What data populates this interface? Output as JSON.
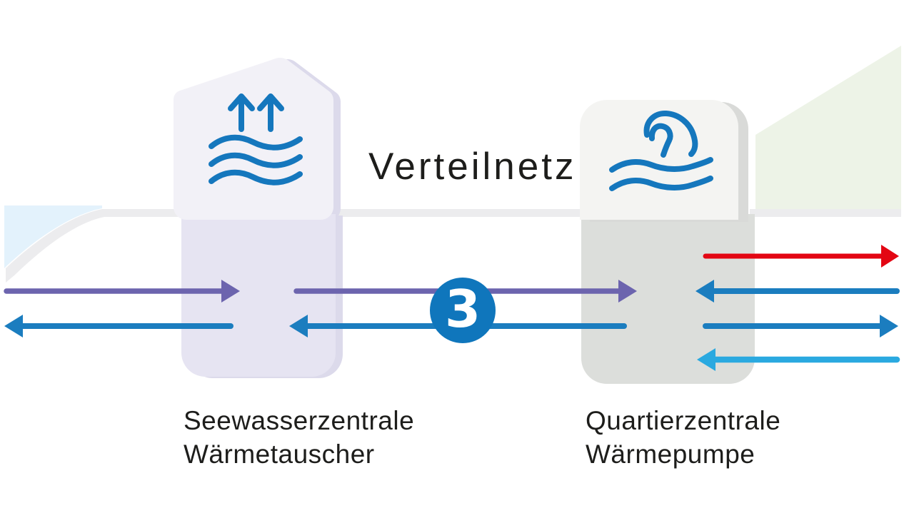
{
  "colors": {
    "lake_shape": "#e3f2fc",
    "district_shape": "#edf3e7",
    "ground_band": "#ececee",
    "left_building_top": "#f2f1f7",
    "left_building_body": "#e6e4f2",
    "left_building_shadow": "#dcdaeb",
    "right_building_top": "#f4f4f2",
    "right_building_body": "#dcdedb",
    "right_building_shadow": "#d9dad8",
    "icon_blue": "#1577bd",
    "arrow_purple": "#6c64ae",
    "arrow_blue": "#1b7dbf",
    "arrow_light_blue": "#2aa9e0",
    "arrow_red": "#e30613",
    "badge_blue": "#0f76bc",
    "badge_text": "#ffffff",
    "text_dark": "#1d1d1b"
  },
  "diagram": {
    "title": "Verteilnetz",
    "badge_value": "3",
    "stations": [
      {
        "id": "seewasserzentrale",
        "label_line1": "Seewasserzentrale",
        "label_line2": "Wärmetauscher",
        "icon": "evaporation-waves-icon"
      },
      {
        "id": "quartierzentrale",
        "label_line1": "Quartierzentrale",
        "label_line2": "Wärmepumpe",
        "icon": "breaking-wave-icon"
      }
    ],
    "flows": [
      {
        "id": "lake-to-heat-exchanger",
        "direction": "right",
        "color_ref": "arrow_purple"
      },
      {
        "id": "heat-exchanger-to-lake",
        "direction": "left",
        "color_ref": "arrow_blue"
      },
      {
        "id": "network-supply-to-heat-pump",
        "direction": "right",
        "color_ref": "arrow_purple"
      },
      {
        "id": "network-return-to-heat-exchanger",
        "direction": "left",
        "color_ref": "arrow_blue"
      },
      {
        "id": "heat-pump-hot-output",
        "direction": "right",
        "color_ref": "arrow_red"
      },
      {
        "id": "district-return-upper",
        "direction": "left",
        "color_ref": "arrow_blue"
      },
      {
        "id": "district-supply",
        "direction": "right",
        "color_ref": "arrow_blue"
      },
      {
        "id": "district-return-lower",
        "direction": "left",
        "color_ref": "arrow_light_blue"
      }
    ]
  }
}
